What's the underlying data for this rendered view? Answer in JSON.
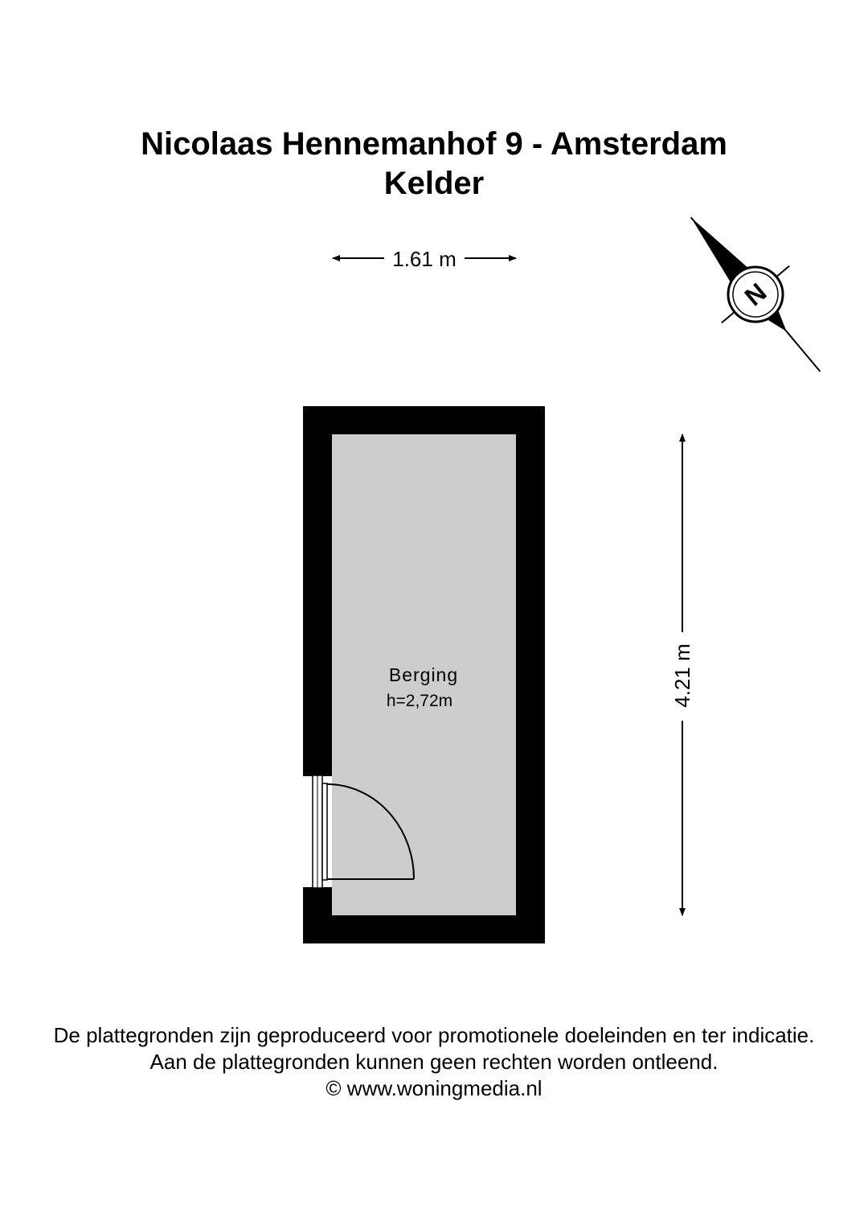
{
  "header": {
    "address": "Nicolaas Hennemanhof 9 - Amsterdam",
    "floor": "Kelder"
  },
  "dimensions": {
    "width": "1.61 m",
    "length": "4.21 m"
  },
  "room": {
    "name": "Berging",
    "height": "h=2,72m"
  },
  "compass": {
    "label": "N",
    "icon": "north-arrow-icon"
  },
  "footer": {
    "line1": "De plattegronden zijn geproduceerd voor promotionele doeleinden en ter indicatie.",
    "line2": "Aan de plattegronden kunnen geen rechten worden ontleend.",
    "line3": "© www.woningmedia.nl"
  },
  "colors": {
    "wall": "#000000",
    "floor": "#cdcdcd",
    "background": "#ffffff"
  }
}
